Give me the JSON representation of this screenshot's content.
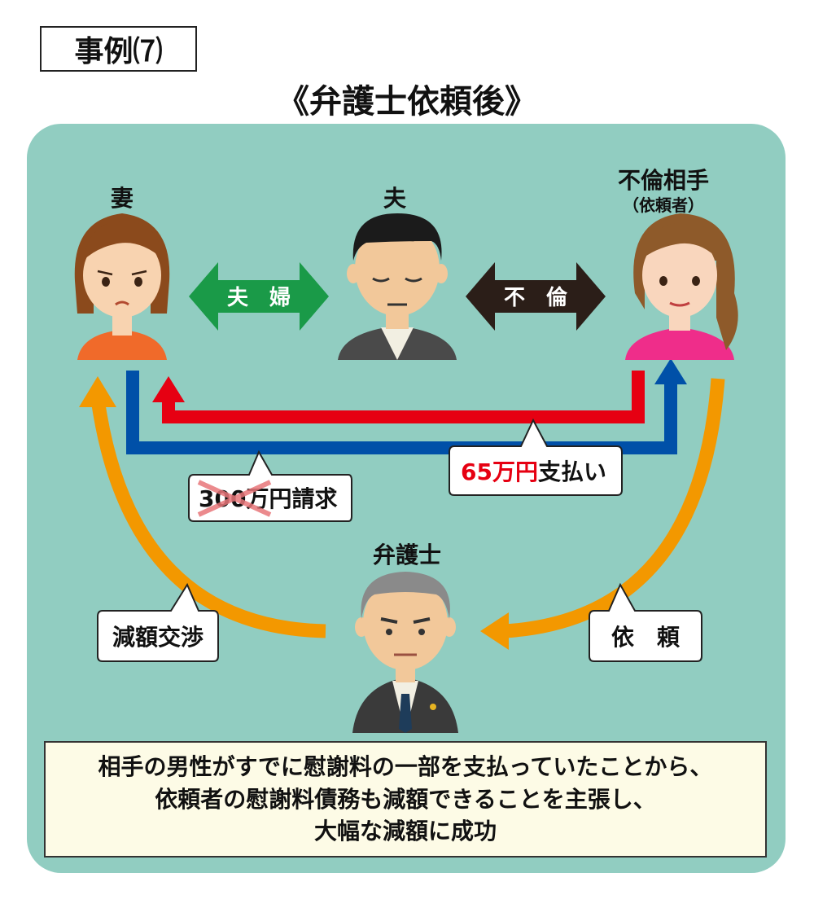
{
  "case_label": "事例⑺",
  "title": "《弁護士依頼後》",
  "people": {
    "wife": "妻",
    "husband": "夫",
    "lover": "不倫相手",
    "lover_sub": "（依頼者）",
    "lawyer": "弁護士"
  },
  "relations": {
    "couple": "夫　婦",
    "affair": "不　倫"
  },
  "callouts": {
    "claim_amount": "300万円",
    "claim_suffix": "請求",
    "payment_amount": "65万円",
    "payment_suffix": "支払い",
    "negotiation": "減額交渉",
    "request": "依　頼"
  },
  "note_lines": [
    "相手の男性がすでに慰謝料の一部を支払っていたことから、",
    "依頼者の慰謝料債務も減額できることを主張し、",
    "大幅な減額に成功"
  ],
  "colors": {
    "panel": "#91cdc1",
    "red_arrow": "#e60012",
    "blue_arrow": "#0050a8",
    "orange_arrow": "#f39800",
    "green_arrow": "#1a9a48",
    "dark_arrow": "#2b1e18"
  }
}
